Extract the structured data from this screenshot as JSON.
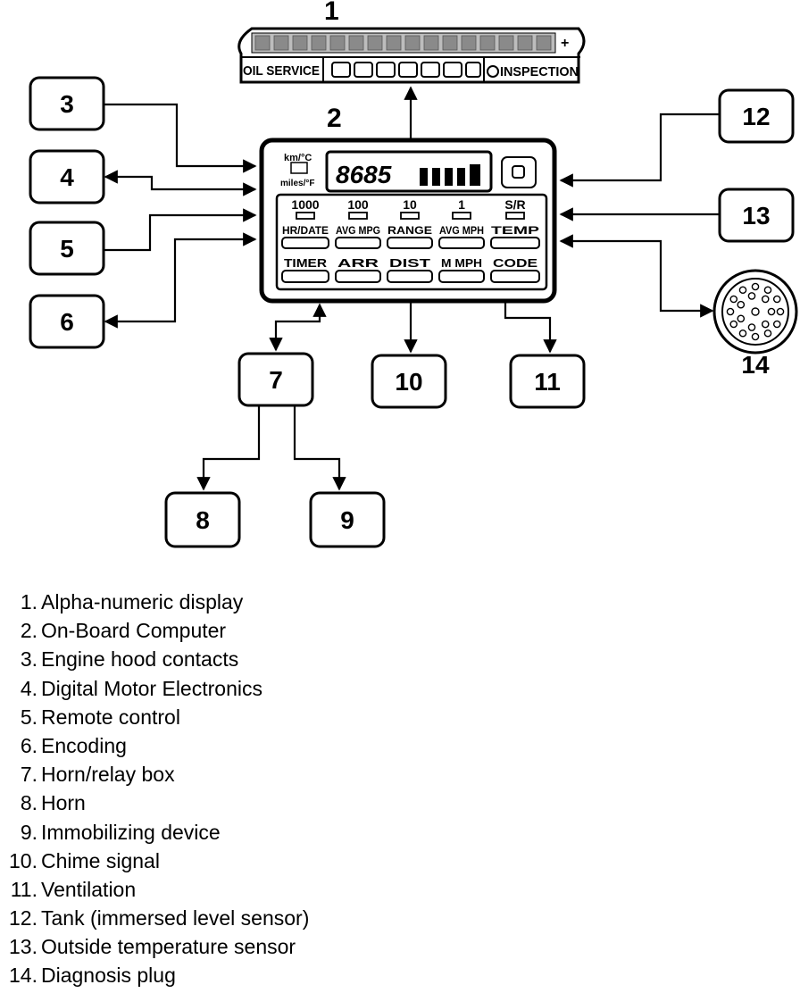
{
  "labels": {
    "display_number": "1",
    "computer_number": "2",
    "plug_number": "14"
  },
  "display_strip": {
    "left_label": "OIL SERVICE",
    "right_label": "INSPECTION"
  },
  "obc": {
    "top_left_units": [
      "km/°C",
      "miles/°F"
    ],
    "lcd_value": "8685",
    "top_labels": [
      "1000",
      "100",
      "10",
      "1",
      "S/R"
    ],
    "row1_labels": [
      "HR/DATE",
      "AVG MPG",
      "RANGE",
      "AVG MPH",
      "TEMP"
    ],
    "row2_labels": [
      "TIMER",
      "ARR",
      "DIST",
      "M MPH",
      "CODE"
    ]
  },
  "boxes": {
    "b3": "3",
    "b4": "4",
    "b5": "5",
    "b6": "6",
    "b7": "7",
    "b8": "8",
    "b9": "9",
    "b10": "10",
    "b11": "11",
    "b12": "12",
    "b13": "13"
  },
  "legend": [
    {
      "n": "1.",
      "text": "Alpha-numeric display"
    },
    {
      "n": "2.",
      "text": "On-Board Computer"
    },
    {
      "n": "3.",
      "text": "Engine hood contacts"
    },
    {
      "n": "4.",
      "text": "Digital Motor Electronics"
    },
    {
      "n": "5.",
      "text": "Remote control"
    },
    {
      "n": "6.",
      "text": "Encoding"
    },
    {
      "n": "7.",
      "text": "Horn/relay box"
    },
    {
      "n": "8.",
      "text": "Horn"
    },
    {
      "n": "9.",
      "text": "Immobilizing device"
    },
    {
      "n": "10.",
      "text": "Chime signal"
    },
    {
      "n": "11.",
      "text": "Ventilation"
    },
    {
      "n": "12.",
      "text": "Tank (immersed level sensor)"
    },
    {
      "n": "13.",
      "text": "Outside temperature sensor"
    },
    {
      "n": "14.",
      "text": "Diagnosis plug"
    }
  ]
}
